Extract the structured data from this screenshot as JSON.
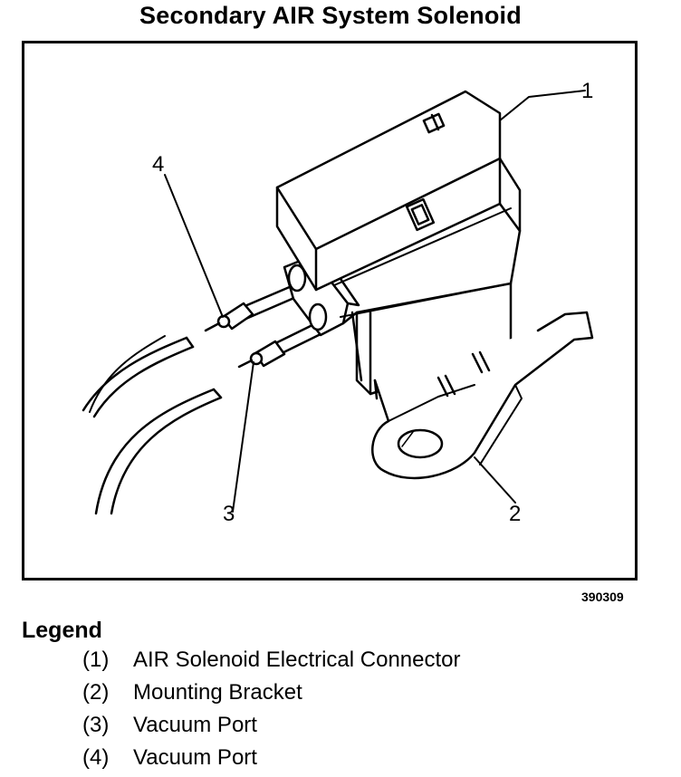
{
  "title": "Secondary AIR System Solenoid",
  "figure_id": "390309",
  "callouts": [
    "1",
    "2",
    "3",
    "4"
  ],
  "legend": {
    "heading": "Legend",
    "items": [
      {
        "number": "(1)",
        "label": "AIR Solenoid Electrical Connector"
      },
      {
        "number": "(2)",
        "label": "Mounting Bracket"
      },
      {
        "number": "(3)",
        "label": "Vacuum Port"
      },
      {
        "number": "(4)",
        "label": "Vacuum Port"
      }
    ]
  }
}
